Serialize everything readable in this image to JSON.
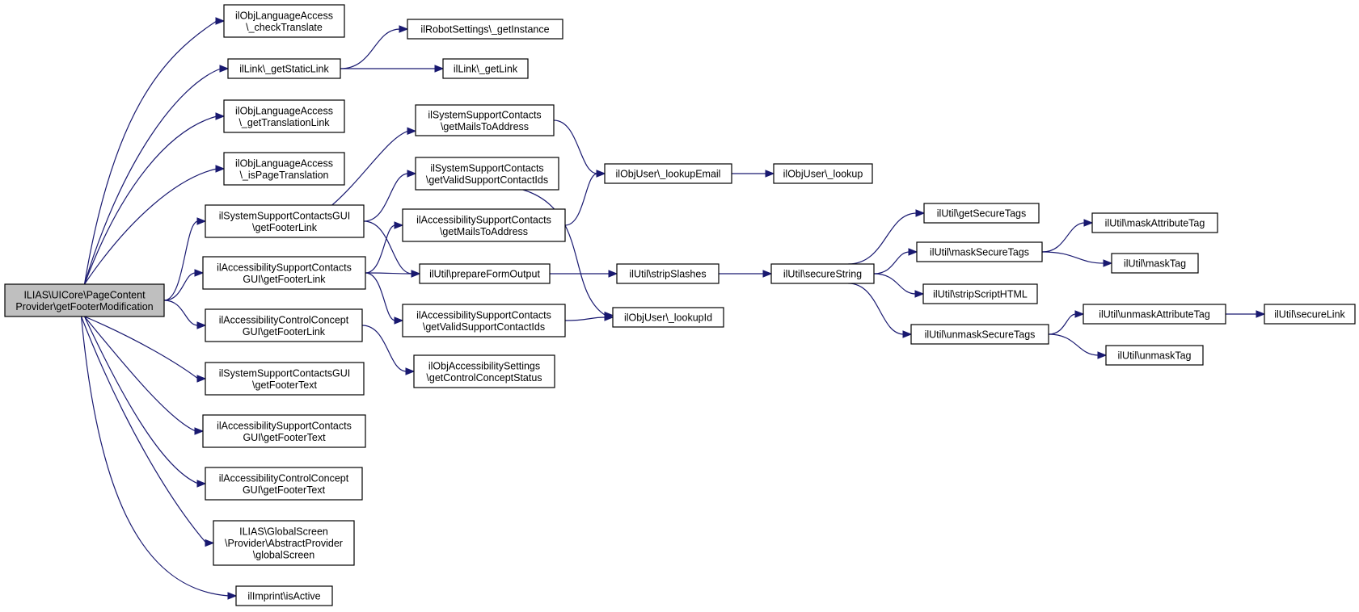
{
  "diagram": {
    "type": "call-graph",
    "colors": {
      "edge": "#191970",
      "root_fill": "#bfbfbf",
      "node_fill": "#ffffff",
      "node_border": "#000000"
    },
    "nodes": [
      {
        "id": "root",
        "lines": [
          "ILIAS\\UICore\\PageContent",
          "Provider\\getFooterModification"
        ]
      },
      {
        "id": "n_checkTranslate",
        "lines": [
          "ilObjLanguageAccess",
          "\\_checkTranslate"
        ]
      },
      {
        "id": "n_getStaticLink",
        "lines": [
          "ilLink\\_getStaticLink"
        ]
      },
      {
        "id": "n_getTranslationLink",
        "lines": [
          "ilObjLanguageAccess",
          "\\_getTranslationLink"
        ]
      },
      {
        "id": "n_isPageTranslation",
        "lines": [
          "ilObjLanguageAccess",
          "\\_isPageTranslation"
        ]
      },
      {
        "id": "n_sysGuiLink",
        "lines": [
          "ilSystemSupportContactsGUI",
          "\\getFooterLink"
        ]
      },
      {
        "id": "n_accGuiLink",
        "lines": [
          "ilAccessibilitySupportContacts",
          "GUI\\getFooterLink"
        ]
      },
      {
        "id": "n_ctrlGuiLink",
        "lines": [
          "ilAccessibilityControlConcept",
          "GUI\\getFooterLink"
        ]
      },
      {
        "id": "n_sysGuiText",
        "lines": [
          "ilSystemSupportContactsGUI",
          "\\getFooterText"
        ]
      },
      {
        "id": "n_accGuiText",
        "lines": [
          "ilAccessibilitySupportContacts",
          "GUI\\getFooterText"
        ]
      },
      {
        "id": "n_ctrlGuiText",
        "lines": [
          "ilAccessibilityControlConcept",
          "GUI\\getFooterText"
        ]
      },
      {
        "id": "n_globalScreen",
        "lines": [
          "ILIAS\\GlobalScreen",
          "\\Provider\\AbstractProvider",
          "\\globalScreen"
        ]
      },
      {
        "id": "n_imprint",
        "lines": [
          "ilImprint\\isActive"
        ]
      },
      {
        "id": "n_robot",
        "lines": [
          "ilRobotSettings\\_getInstance"
        ]
      },
      {
        "id": "n_getLink",
        "lines": [
          "ilLink\\_getLink"
        ]
      },
      {
        "id": "n_sysMails",
        "lines": [
          "ilSystemSupportContacts",
          "\\getMailsToAddress"
        ]
      },
      {
        "id": "n_sysValid",
        "lines": [
          "ilSystemSupportContacts",
          "\\getValidSupportContactIds"
        ]
      },
      {
        "id": "n_accMails",
        "lines": [
          "ilAccessibilitySupportContacts",
          "\\getMailsToAddress"
        ]
      },
      {
        "id": "n_prepare",
        "lines": [
          "ilUtil\\prepareFormOutput"
        ]
      },
      {
        "id": "n_accValid",
        "lines": [
          "ilAccessibilitySupportContacts",
          "\\getValidSupportContactIds"
        ]
      },
      {
        "id": "n_ctrlStatus",
        "lines": [
          "ilObjAccessibilitySettings",
          "\\getControlConceptStatus"
        ]
      },
      {
        "id": "n_lookupEmail",
        "lines": [
          "ilObjUser\\_lookupEmail"
        ]
      },
      {
        "id": "n_lookup",
        "lines": [
          "ilObjUser\\_lookup"
        ]
      },
      {
        "id": "n_stripSlashes",
        "lines": [
          "ilUtil\\stripSlashes"
        ]
      },
      {
        "id": "n_lookupId",
        "lines": [
          "ilObjUser\\_lookupId"
        ]
      },
      {
        "id": "n_secureString",
        "lines": [
          "ilUtil\\secureString"
        ]
      },
      {
        "id": "n_getSecureTags",
        "lines": [
          "ilUtil\\getSecureTags"
        ]
      },
      {
        "id": "n_maskSecureTags",
        "lines": [
          "ilUtil\\maskSecureTags"
        ]
      },
      {
        "id": "n_stripScript",
        "lines": [
          "ilUtil\\stripScriptHTML"
        ]
      },
      {
        "id": "n_unmaskSecureTags",
        "lines": [
          "ilUtil\\unmaskSecureTags"
        ]
      },
      {
        "id": "n_maskAttr",
        "lines": [
          "ilUtil\\maskAttributeTag"
        ]
      },
      {
        "id": "n_maskTag",
        "lines": [
          "ilUtil\\maskTag"
        ]
      },
      {
        "id": "n_unmaskAttr",
        "lines": [
          "ilUtil\\unmaskAttributeTag"
        ]
      },
      {
        "id": "n_unmaskTag",
        "lines": [
          "ilUtil\\unmaskTag"
        ]
      },
      {
        "id": "n_secureLink",
        "lines": [
          "ilUtil\\secureLink"
        ]
      }
    ],
    "edges": [
      {
        "from": "root",
        "to": "n_checkTranslate"
      },
      {
        "from": "root",
        "to": "n_getStaticLink"
      },
      {
        "from": "root",
        "to": "n_getTranslationLink"
      },
      {
        "from": "root",
        "to": "n_isPageTranslation"
      },
      {
        "from": "root",
        "to": "n_sysGuiLink"
      },
      {
        "from": "root",
        "to": "n_accGuiLink"
      },
      {
        "from": "root",
        "to": "n_ctrlGuiLink"
      },
      {
        "from": "root",
        "to": "n_sysGuiText"
      },
      {
        "from": "root",
        "to": "n_accGuiText"
      },
      {
        "from": "root",
        "to": "n_ctrlGuiText"
      },
      {
        "from": "root",
        "to": "n_globalScreen"
      },
      {
        "from": "root",
        "to": "n_imprint"
      },
      {
        "from": "n_getStaticLink",
        "to": "n_robot"
      },
      {
        "from": "n_getStaticLink",
        "to": "n_getLink"
      },
      {
        "from": "n_sysGuiLink",
        "to": "n_sysMails"
      },
      {
        "from": "n_sysGuiLink",
        "to": "n_sysValid"
      },
      {
        "from": "n_sysGuiLink",
        "to": "n_prepare"
      },
      {
        "from": "n_accGuiLink",
        "to": "n_accMails"
      },
      {
        "from": "n_accGuiLink",
        "to": "n_prepare"
      },
      {
        "from": "n_accGuiLink",
        "to": "n_accValid"
      },
      {
        "from": "n_ctrlGuiLink",
        "to": "n_ctrlStatus"
      },
      {
        "from": "n_sysMails",
        "to": "n_lookupEmail"
      },
      {
        "from": "n_sysValid",
        "to": "n_lookupId"
      },
      {
        "from": "n_accMails",
        "to": "n_lookupEmail"
      },
      {
        "from": "n_prepare",
        "to": "n_stripSlashes"
      },
      {
        "from": "n_accValid",
        "to": "n_lookupId"
      },
      {
        "from": "n_lookupEmail",
        "to": "n_lookup"
      },
      {
        "from": "n_stripSlashes",
        "to": "n_secureString"
      },
      {
        "from": "n_secureString",
        "to": "n_getSecureTags"
      },
      {
        "from": "n_secureString",
        "to": "n_maskSecureTags"
      },
      {
        "from": "n_secureString",
        "to": "n_stripScript"
      },
      {
        "from": "n_secureString",
        "to": "n_unmaskSecureTags"
      },
      {
        "from": "n_maskSecureTags",
        "to": "n_maskAttr"
      },
      {
        "from": "n_maskSecureTags",
        "to": "n_maskTag"
      },
      {
        "from": "n_unmaskSecureTags",
        "to": "n_unmaskAttr"
      },
      {
        "from": "n_unmaskSecureTags",
        "to": "n_unmaskTag"
      },
      {
        "from": "n_unmaskAttr",
        "to": "n_secureLink"
      }
    ]
  }
}
